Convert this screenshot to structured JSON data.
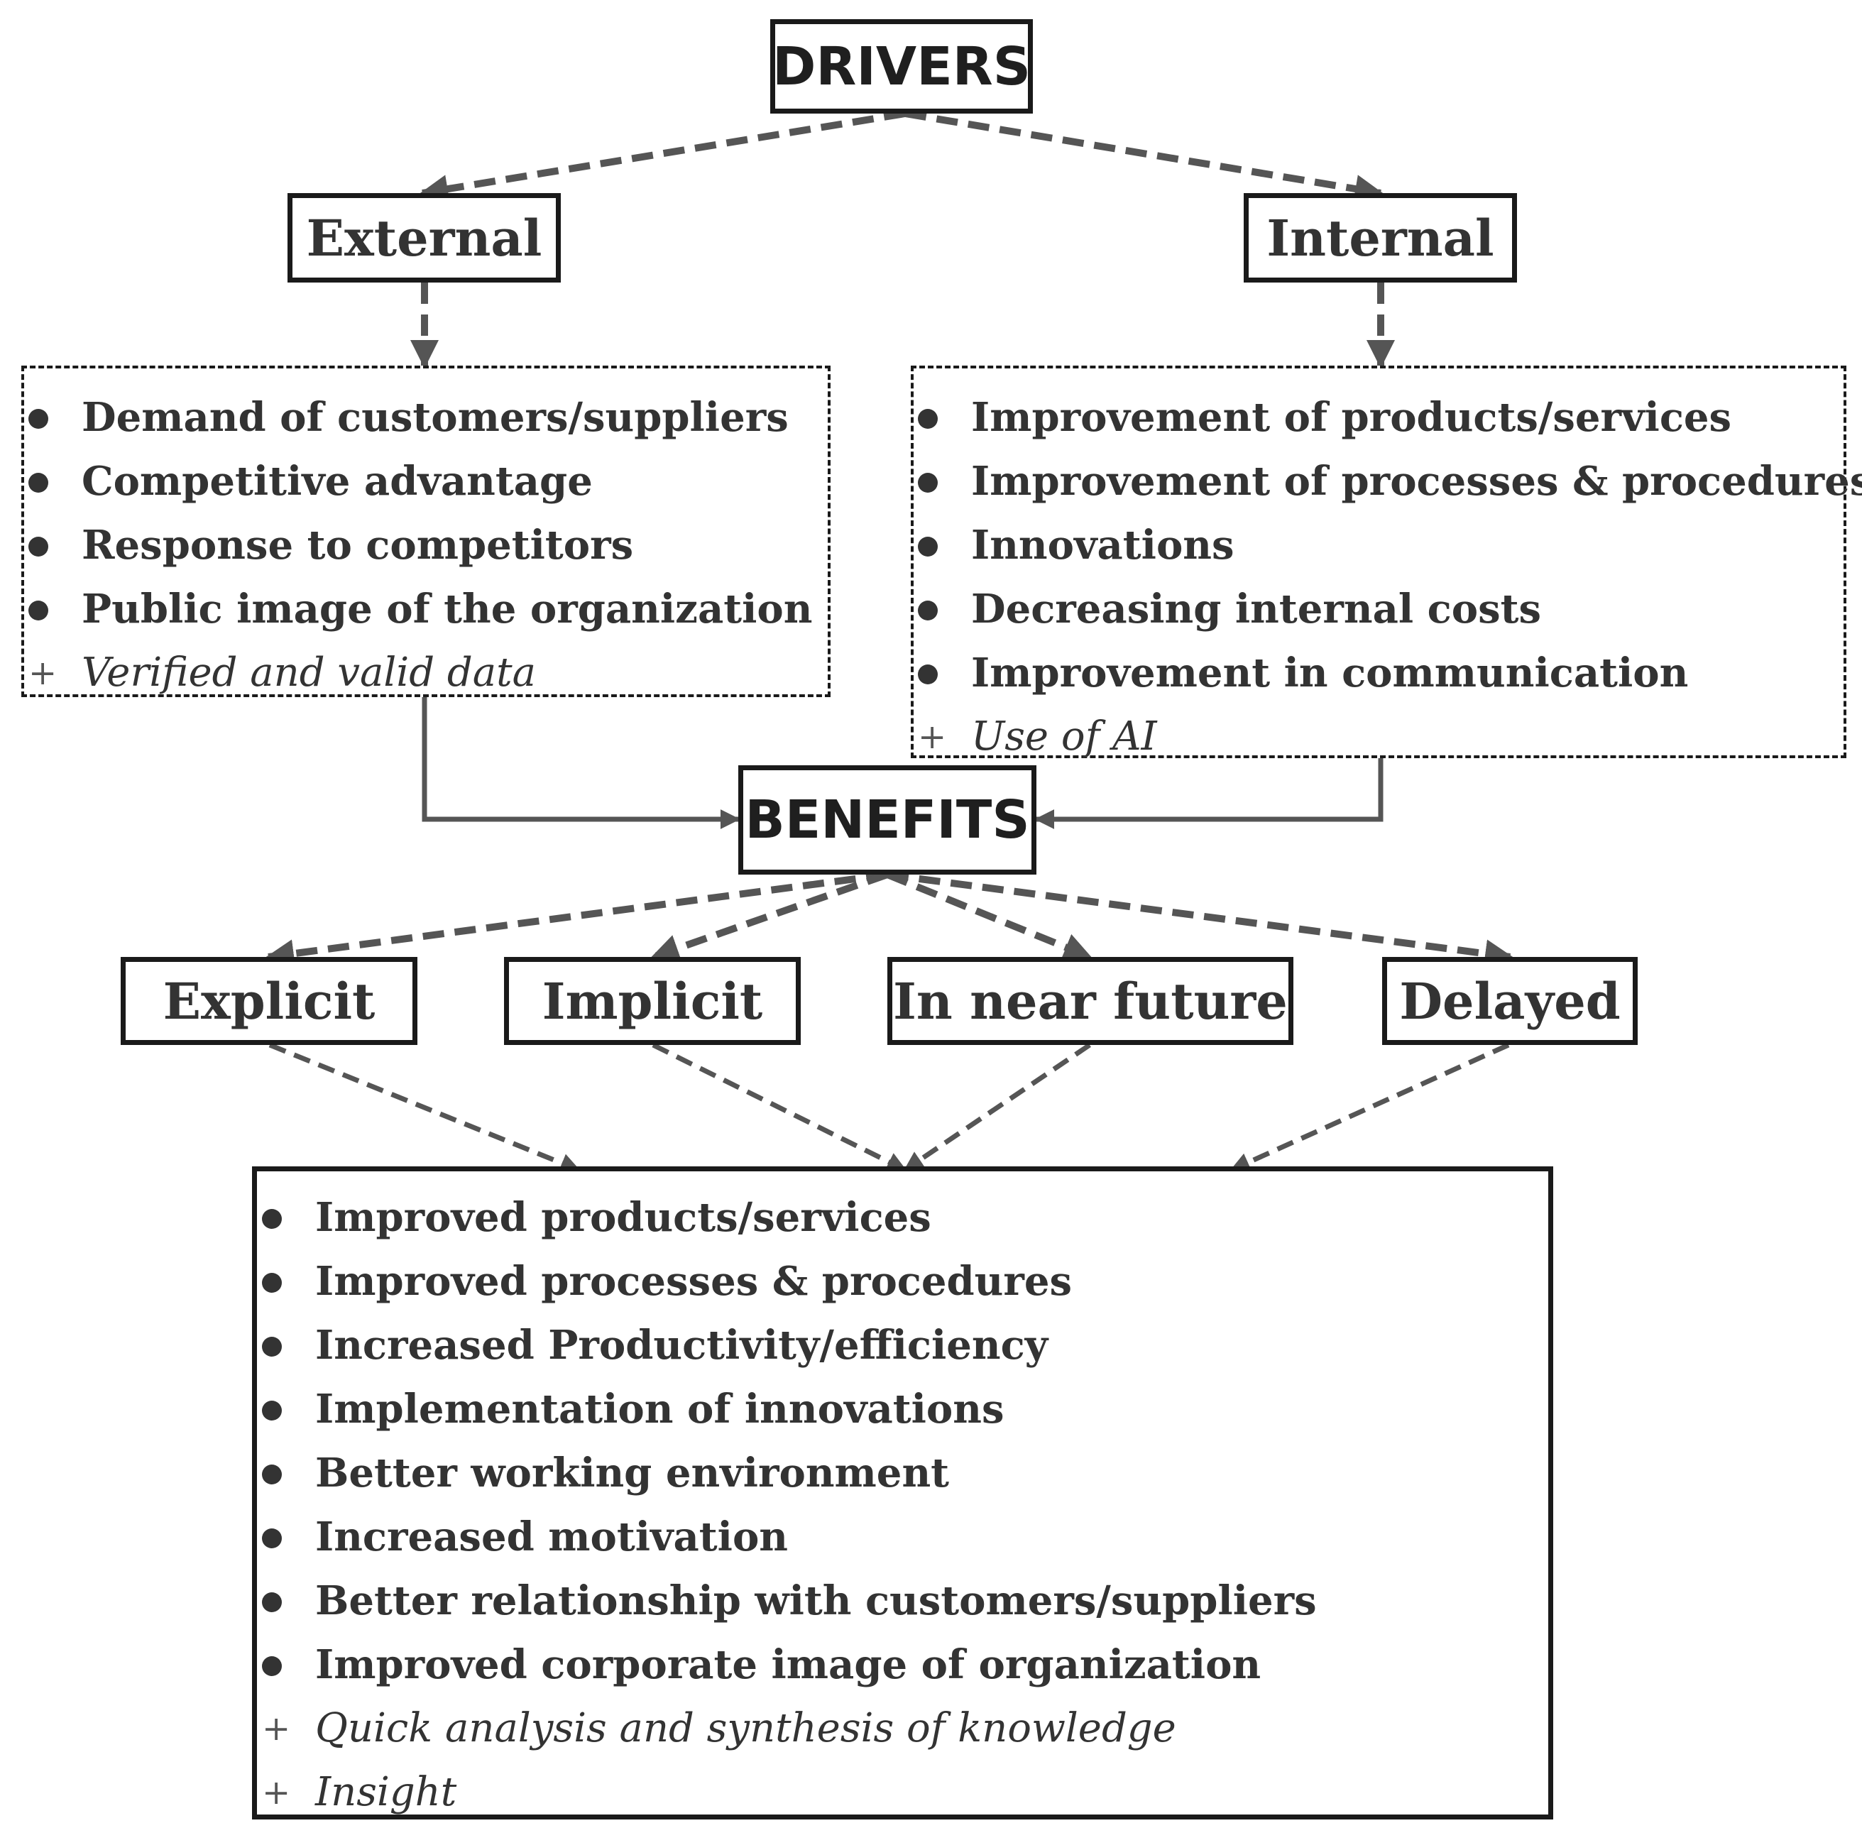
{
  "drivers": {
    "title": "DRIVERS",
    "external": {
      "label": "External",
      "items": [
        "Demand of customers/suppliers",
        "Competitive advantage",
        "Response to competitors",
        "Public image of the organization"
      ],
      "additions": [
        "Verified and valid data"
      ]
    },
    "internal": {
      "label": "Internal",
      "items": [
        "Improvement of products/services",
        "Improvement of processes & procedures",
        "Innovations",
        "Decreasing internal costs",
        "Improvement in communication"
      ],
      "additions": [
        "Use of AI"
      ]
    }
  },
  "benefits": {
    "title": "BENEFITS",
    "types": [
      "Explicit",
      "Implicit",
      "In near future",
      "Delayed"
    ],
    "items": [
      "Improved products/services",
      "Improved processes & procedures",
      "Increased Productivity/efficiency",
      "Implementation of innovations",
      "Better working environment",
      "Increased motivation",
      "Better relationship with customers/suppliers",
      "Improved corporate image of organization"
    ],
    "additions": [
      "Quick analysis and synthesis of knowledge",
      "Insight"
    ]
  },
  "markers": {
    "bullet": "●",
    "addition": "+"
  },
  "colors": {
    "box_border": "#1a1a1a",
    "connector": "#555555",
    "text": "#333333"
  }
}
